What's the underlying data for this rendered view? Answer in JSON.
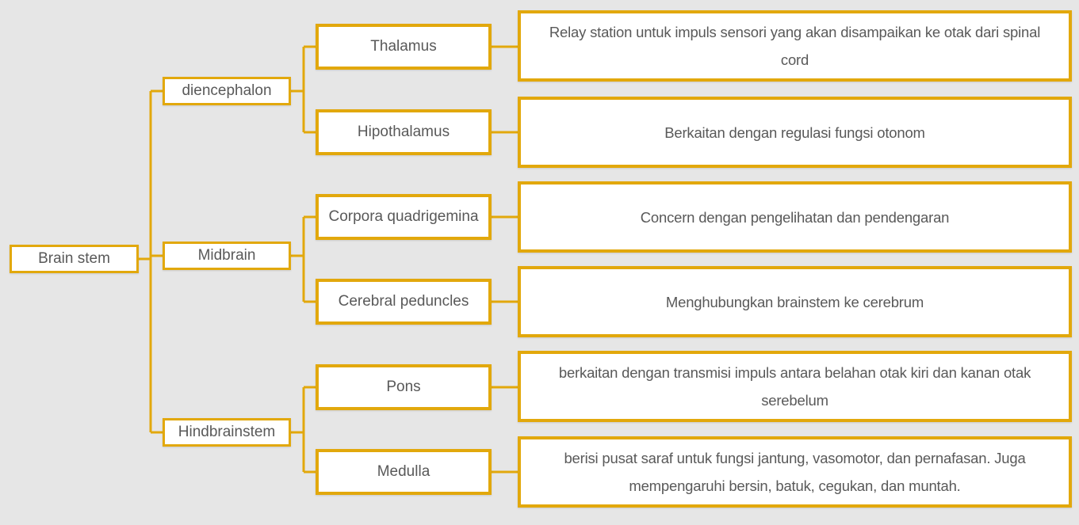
{
  "colors": {
    "accent": "#e2a80c",
    "background": "#e6e6e6",
    "node_fill": "#ffffff",
    "text": "#595959"
  },
  "tree": {
    "root": {
      "label": "Brain stem"
    },
    "branches": [
      {
        "label": "diencephalon",
        "children": [
          {
            "label": "Thalamus",
            "description": "Relay station untuk impuls sensori yang akan disampaikan ke otak dari spinal cord"
          },
          {
            "label": "Hipothalamus",
            "description": "Berkaitan dengan regulasi fungsi otonom"
          }
        ]
      },
      {
        "label": "Midbrain",
        "children": [
          {
            "label": "Corpora quadrigemina",
            "description": "Concern dengan pengelihatan dan pendengaran"
          },
          {
            "label": "Cerebral peduncles",
            "description": "Menghubungkan brainstem ke cerebrum"
          }
        ]
      },
      {
        "label": "Hindbrainstem",
        "children": [
          {
            "label": "Pons",
            "description": "berkaitan dengan transmisi impuls antara belahan otak kiri dan kanan otak serebelum"
          },
          {
            "label": "Medulla",
            "description": "berisi pusat saraf untuk fungsi jantung, vasomotor, dan pernafasan. Juga mempengaruhi bersin, batuk, cegukan, dan muntah."
          }
        ]
      }
    ]
  }
}
